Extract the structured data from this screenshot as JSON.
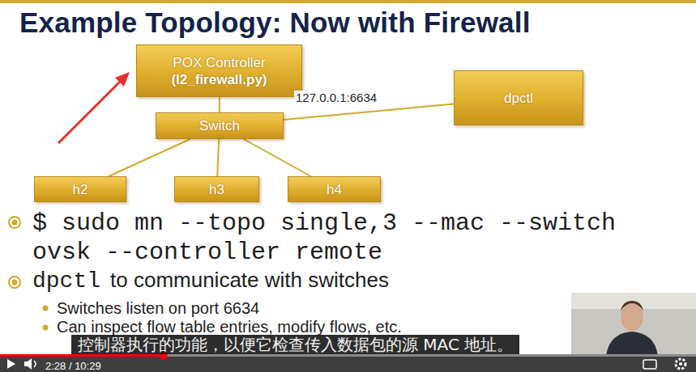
{
  "diagram": {
    "title": "Example Topology: Now with Firewall",
    "nodes": [
      {
        "text": [
          "POX Controller",
          "(l2_firewall.py)"
        ]
      },
      {
        "text": [
          "Switch"
        ]
      },
      {
        "text": [
          "dpctl"
        ]
      },
      {
        "text": [
          "h2"
        ]
      },
      {
        "text": [
          "h3"
        ]
      },
      {
        "text": [
          "h4"
        ]
      }
    ],
    "edges": [
      {
        "from": 0,
        "to": 1,
        "arrow": "none"
      },
      {
        "from": 1,
        "to": 2,
        "label": "127.0.0.1:6634",
        "arrow": "none"
      },
      {
        "from": 1,
        "to": 3,
        "arrow": "none"
      },
      {
        "from": 1,
        "to": 4,
        "arrow": "none"
      },
      {
        "from": 1,
        "to": 5,
        "arrow": "none"
      }
    ],
    "labels": [
      "$ sudo mn --topo single,3 --mac --switch ovsk --controller remote",
      "dpctl",
      "to communicate with switches",
      "Switches listen on port 6634",
      "Can inspect flow table entries, modify flows, etc.",
      "控制器执行的功能，以便它检查传入数据包的源 MAC 地址。",
      "2:28 / 10:29"
    ]
  }
}
